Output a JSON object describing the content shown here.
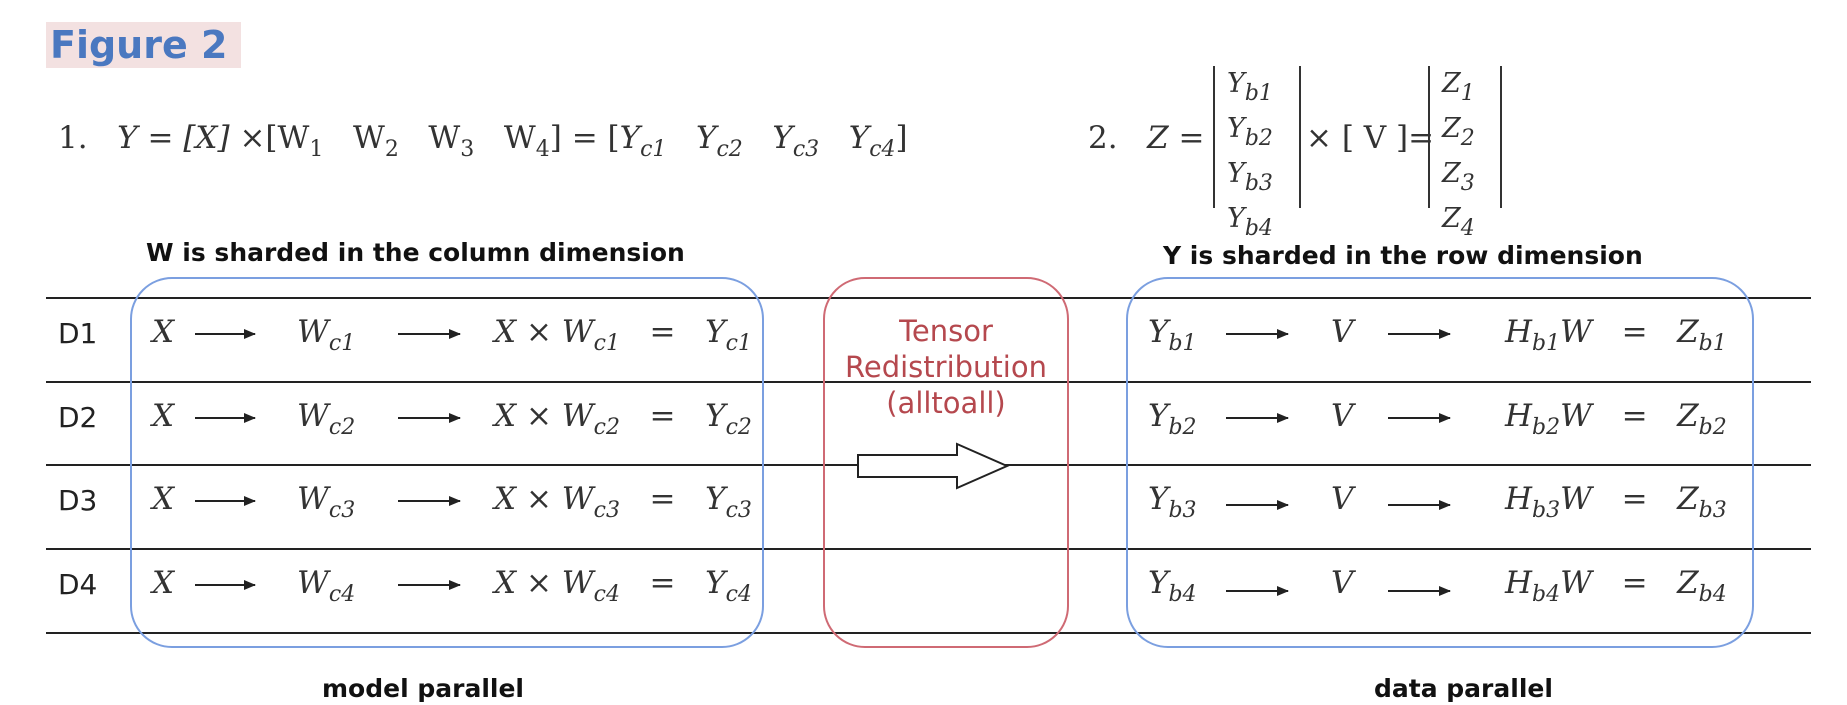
{
  "figure_label": "Figure 2",
  "equation1": {
    "number": "1.",
    "lhs": "Y",
    "op_eq": "=",
    "X_bracketed": "[X]",
    "times": "×",
    "open": "[",
    "W": [
      "W",
      "W",
      "W",
      "W"
    ],
    "W_sub": [
      "1",
      "2",
      "3",
      "4"
    ],
    "close": "]",
    "Yc": [
      "Y",
      "Y",
      "Y",
      "Y"
    ],
    "Yc_sub": [
      "c1",
      "c2",
      "c3",
      "c4"
    ]
  },
  "equation2": {
    "number": "2.",
    "lhs": "Z",
    "op_eq": "=",
    "Yb": [
      "Y",
      "Y",
      "Y",
      "Y"
    ],
    "Yb_sub": [
      "b1",
      "b2",
      "b3",
      "b4"
    ],
    "times": "×",
    "V": "[ V ]",
    "eq2": "=",
    "Z": [
      "Z",
      "Z",
      "Z",
      "Z"
    ],
    "Z_sub": [
      "1",
      "2",
      "3",
      "4"
    ]
  },
  "headers": {
    "left": "W is sharded in the column dimension",
    "right": "Y is sharded in the row dimension"
  },
  "footers": {
    "left": "model parallel",
    "right": "data parallel"
  },
  "redistribution": {
    "line1": "Tensor",
    "line2": "Redistribution",
    "line3": "(alltoall)"
  },
  "rows": [
    {
      "device": "D1",
      "x": "X",
      "w": "W",
      "w_sub": "c1",
      "prod_x": "X",
      "times": "×",
      "prod_w": "W",
      "prod_sub": "c1",
      "eq": "=",
      "y": "Y",
      "y_sub": "c1",
      "yb": "Y",
      "yb_sub": "b1",
      "v": "V",
      "h": "H",
      "h_sub": "b1",
      "hw": "W",
      "eq2": "=",
      "z": "Z",
      "z_sub": "b1"
    },
    {
      "device": "D2",
      "x": "X",
      "w": "W",
      "w_sub": "c2",
      "prod_x": "X",
      "times": "×",
      "prod_w": "W",
      "prod_sub": "c2",
      "eq": "=",
      "y": "Y",
      "y_sub": "c2",
      "yb": "Y",
      "yb_sub": "b2",
      "v": "V",
      "h": "H",
      "h_sub": "b2",
      "hw": "W",
      "eq2": "=",
      "z": "Z",
      "z_sub": "b2"
    },
    {
      "device": "D3",
      "x": "X",
      "w": "W",
      "w_sub": "c3",
      "prod_x": "X",
      "times": "×",
      "prod_w": "W",
      "prod_sub": "c3",
      "eq": "=",
      "y": "Y",
      "y_sub": "c3",
      "yb": "Y",
      "yb_sub": "b3",
      "v": "V",
      "h": "H",
      "h_sub": "b3",
      "hw": "W",
      "eq2": "=",
      "z": "Z",
      "z_sub": "b3"
    },
    {
      "device": "D4",
      "x": "X",
      "w": "W",
      "w_sub": "c4",
      "prod_x": "X",
      "times": "×",
      "prod_w": "W",
      "prod_sub": "c4",
      "eq": "=",
      "y": "Y",
      "y_sub": "c4",
      "yb": "Y",
      "yb_sub": "b4",
      "v": "V",
      "h": "H",
      "h_sub": "b4",
      "hw": "W",
      "eq2": "=",
      "z": "Z",
      "z_sub": "b4"
    }
  ],
  "colors": {
    "model_box": "#7b9fe0",
    "data_box": "#7b9fe0",
    "redistribution_box": "#cf6a74",
    "title_text": "#4a78c0",
    "title_bg": "#f3e1e1",
    "redistribution_text": "#b5484e"
  }
}
